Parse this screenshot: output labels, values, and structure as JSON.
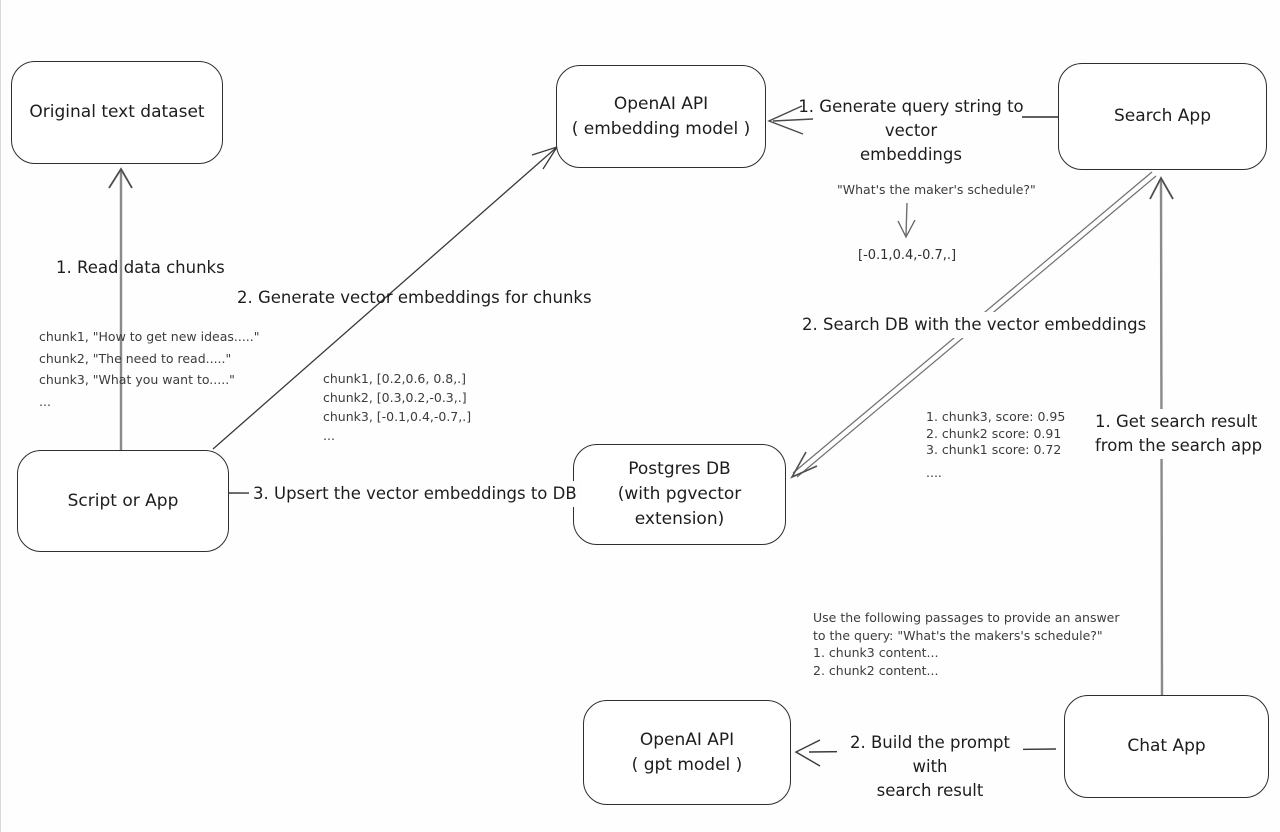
{
  "diagram": {
    "nodes": {
      "original_text_dataset": {
        "label": "Original text dataset"
      },
      "openai_embedding": {
        "title": "OpenAI API",
        "subtitle": "( embedding model )"
      },
      "search_app": {
        "label": "Search App"
      },
      "script_or_app": {
        "label": "Script or App"
      },
      "postgres_db": {
        "title": "Postgres DB",
        "subtitle": "(with pgvector extension)"
      },
      "openai_gpt": {
        "title": "OpenAI API",
        "subtitle": "( gpt model )"
      },
      "chat_app": {
        "label": "Chat App"
      }
    },
    "edge_labels": {
      "read_data_chunks": "1. Read data chunks",
      "generate_embeddings": "2. Generate vector embeddings for chunks",
      "upsert_embeddings": "3. Upsert the vector embeddings  to DB",
      "generate_query_line1": "1. Generate query string to vector",
      "generate_query_line2": "embeddings",
      "search_db": "2. Search DB with the vector embeddings",
      "get_search_result_line1": "1. Get search result",
      "get_search_result_line2": "from the search app",
      "build_prompt_line1": "2. Build the prompt with",
      "build_prompt_line2": "search result"
    },
    "annotations": {
      "chunks_text": [
        "chunk1, \"How to get new ideas.....\"",
        "chunk2, \"The need to read.....\"",
        "chunk3, \"What you want to.....\"",
        "..."
      ],
      "vectors_text": [
        "chunk1, [0.2,0.6, 0.8,.]",
        "chunk2, [0.3,0.2,-0.3,.]",
        "chunk3, [-0.1,0.4,-0.7,.]",
        "..."
      ],
      "query_string": "\"What's the maker's schedule?\"",
      "query_vector": "[-0.1,0.4,-0.7,.]",
      "scores_text": [
        "1. chunk3, score: 0.95",
        "2. chunk2 score: 0.91",
        "3. chunk1 score: 0.72",
        "...."
      ],
      "prompt_text": [
        "Use the following passages to provide an answer",
        "to the query: \"What's the makers's schedule?\"",
        "1. chunk3 content...",
        "2. chunk2 content..."
      ]
    },
    "colors": {
      "stroke_dark": "#3a3a3a",
      "stroke_gray": "#8a8a8a",
      "background": "#fefefe"
    }
  }
}
